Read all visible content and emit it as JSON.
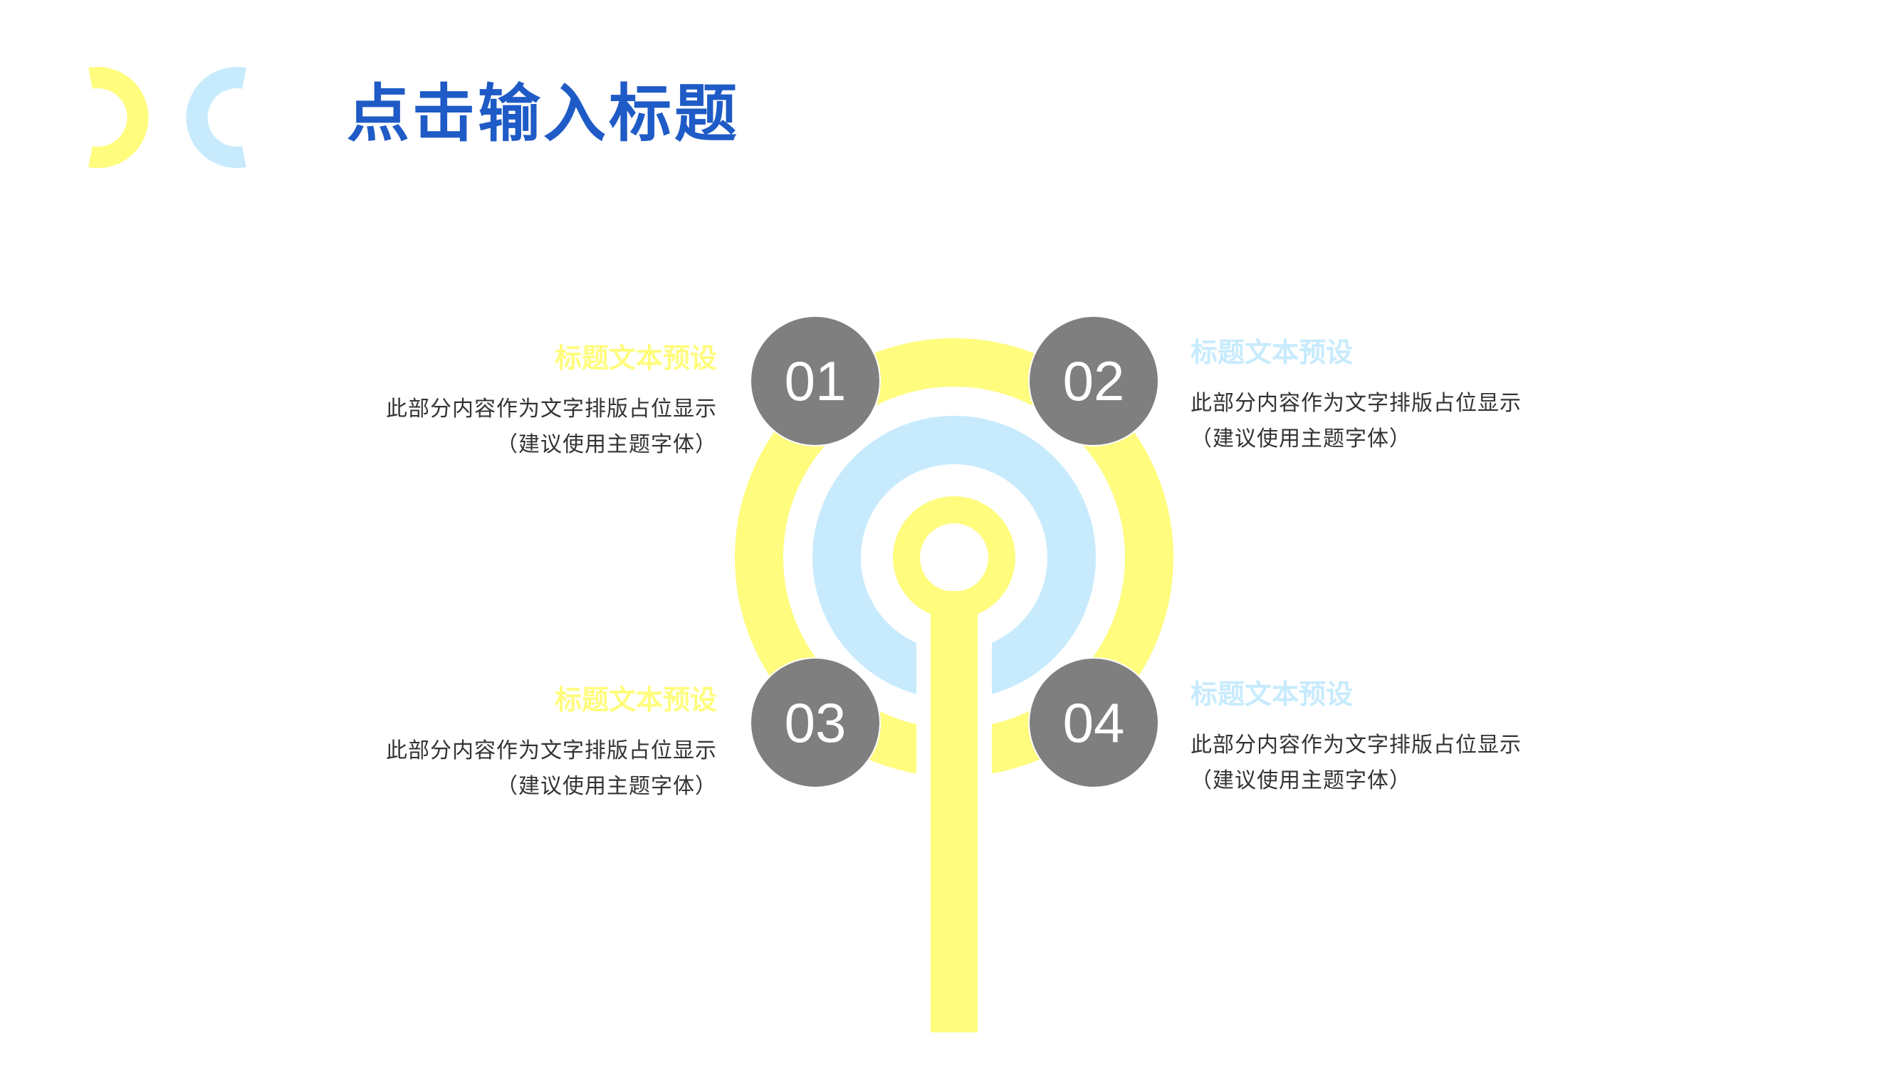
{
  "colors": {
    "yellow": "#FFFC7E",
    "light_blue": "#C7EBFD",
    "title_blue": "#1F5BC6",
    "badge_gray": "#7F7F7F",
    "body_text": "#333333"
  },
  "header": {
    "title": "点击输入标题",
    "logo": "double-c-logo"
  },
  "items": [
    {
      "number": "01",
      "title": "标题文本预设",
      "body_line1": "此部分内容作为文字排版占位显示",
      "body_line2": "（建议使用主题字体）"
    },
    {
      "number": "02",
      "title": "标题文本预设",
      "body_line1": "此部分内容作为文字排版占位显示",
      "body_line2": "（建议使用主题字体）"
    },
    {
      "number": "03",
      "title": "标题文本预设",
      "body_line1": "此部分内容作为文字排版占位显示",
      "body_line2": "（建议使用主题字体）"
    },
    {
      "number": "04",
      "title": "标题文本预设",
      "body_line1": "此部分内容作为文字排版占位显示",
      "body_line2": "（建议使用主题字体）"
    }
  ]
}
